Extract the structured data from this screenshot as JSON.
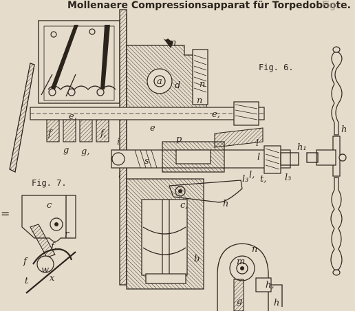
{
  "caption": {
    "strong": "Mollenaere Compressionsapparat für Torpedoboote.",
    "faint": "Fig."
  },
  "figures": {
    "fig6": "Fig. 6.",
    "fig7": "Fig. 7."
  },
  "labels": {
    "m": "m",
    "a": "a",
    "d": "d",
    "n": "n",
    "n_upper": "n",
    "e1_left": "e,",
    "e1_right": "e,",
    "e_mid": "e",
    "f": "f",
    "f1": "f,",
    "g": "g",
    "g1": "g,",
    "i": "i",
    "i2": "i",
    "p": "p",
    "s": "s",
    "l": "l",
    "l1": "l,",
    "l2": "l",
    "l3": "l₃",
    "l3b": "l₃",
    "t1": "t,",
    "h1": "h₁",
    "h": "h",
    "h_lever": "h",
    "c1": "c,",
    "b": "b",
    "c": "c",
    "r": "r",
    "f7": "f",
    "f7b": "f,",
    "w": "w",
    "x": "x",
    "t7": "t",
    "m_bottom": "m",
    "n_bottom": "n",
    "g_bottom": "g",
    "h1_bottom": "h,",
    "h_bottom": "h"
  },
  "margin_mark": "="
}
